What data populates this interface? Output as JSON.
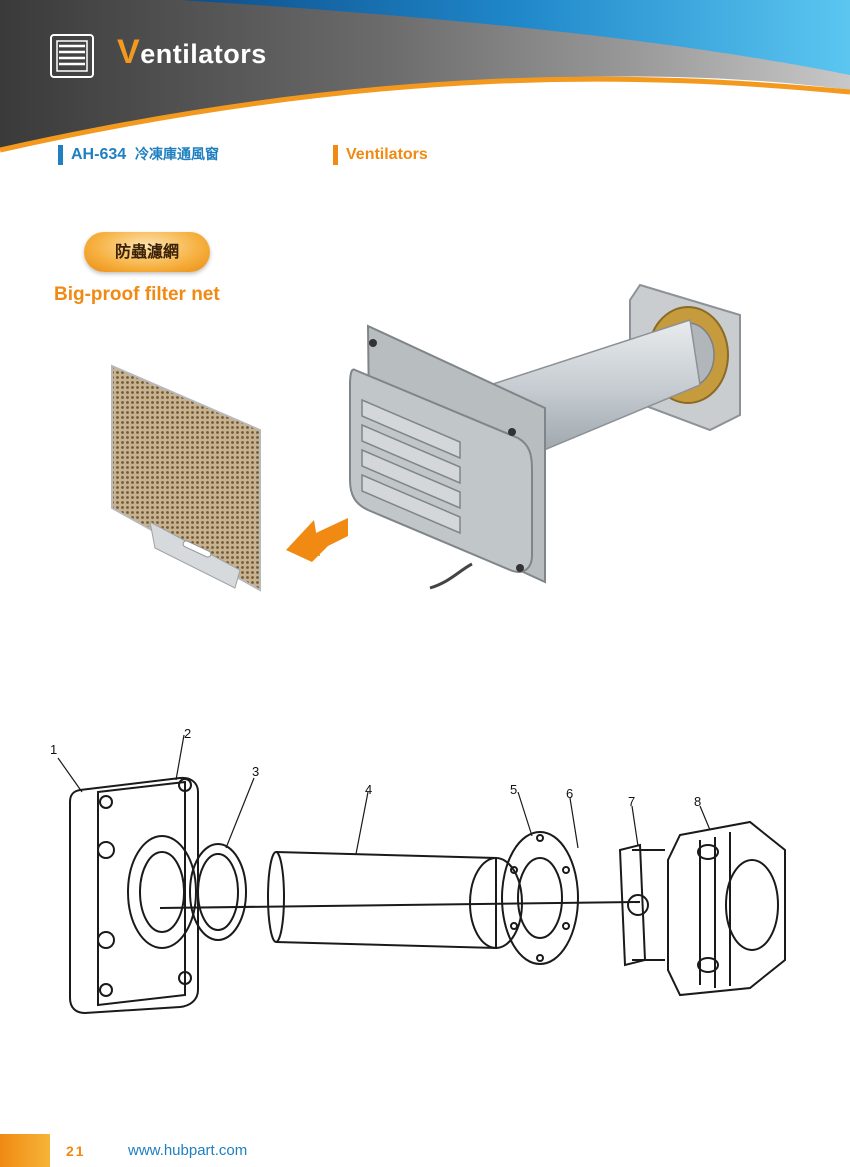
{
  "header": {
    "title_initial": "V",
    "title_rest": "entilators"
  },
  "sections": {
    "left_code": "AH-634",
    "left_name_cn": "冷凍庫通風窗",
    "right_label": "Ventilators"
  },
  "feature": {
    "badge_cn": "防蟲濾網",
    "caption": "Big-proof filter net"
  },
  "diagram": {
    "callouts": [
      "1",
      "2",
      "3",
      "4",
      "5",
      "6",
      "7",
      "8"
    ]
  },
  "footer": {
    "page_number": "21",
    "website": "www.hubpart.com"
  },
  "colors": {
    "accent_orange": "#f08a13",
    "accent_blue": "#1e7fc1",
    "header_dark": "#4a4a4a",
    "header_blue": "#46b6e8"
  },
  "icons": {
    "header_icon": "louver-vent-icon",
    "arrow": "left-arrow-icon"
  }
}
